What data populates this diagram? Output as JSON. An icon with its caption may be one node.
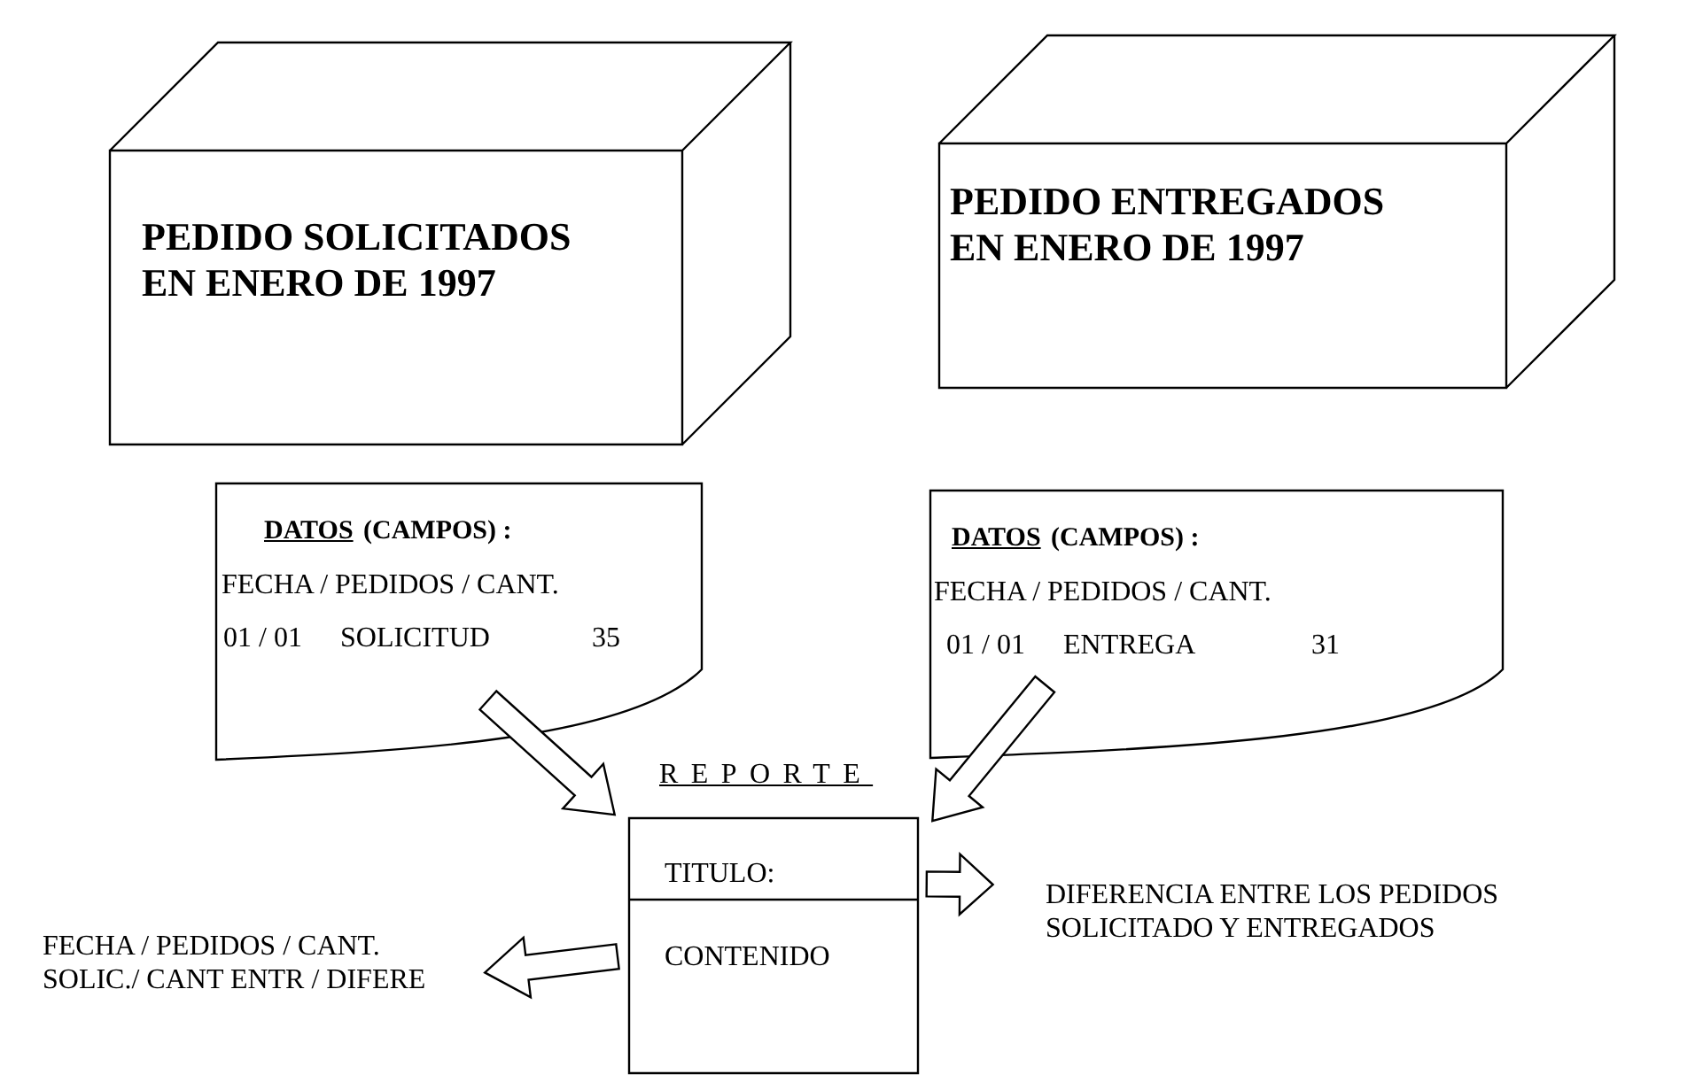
{
  "diagram": {
    "nodes": [
      {
        "text": [
          "PEDIDO SOLICITADOS EN ENERO DE 1997"
        ]
      },
      {
        "text": [
          "PEDIDO ENTREGADOS EN ENERO DE 1997"
        ]
      },
      {
        "text": [
          "DATOS",
          "(CAMPOS) :",
          "FECHA / PEDIDOS / CANT.",
          "01 / 01",
          "SOLICITUD",
          "35"
        ]
      },
      {
        "text": [
          "DATOS",
          "(CAMPOS) :",
          "FECHA / PEDIDOS / CANT.",
          "01 / 01",
          "ENTREGA",
          "31"
        ]
      },
      {
        "text": [
          "REPORTE",
          "TITULO:",
          "CONTENIDO"
        ]
      },
      {
        "text": [
          "DIFERENCIA ENTRE LOS PEDIDOS SOLICITADO Y ENTREGADOS"
        ]
      },
      {
        "text": [
          "FECHA / PEDIDOS / CANT. SOLIC./ CANT ENTR / DIFERE"
        ]
      }
    ],
    "edges": [
      {
        "from": 2,
        "to": 4,
        "arrow": "to"
      },
      {
        "from": 3,
        "to": 4,
        "arrow": "to"
      },
      {
        "from": 4,
        "to": 5,
        "arrow": "to"
      },
      {
        "from": 4,
        "to": 6,
        "arrow": "to"
      }
    ]
  }
}
